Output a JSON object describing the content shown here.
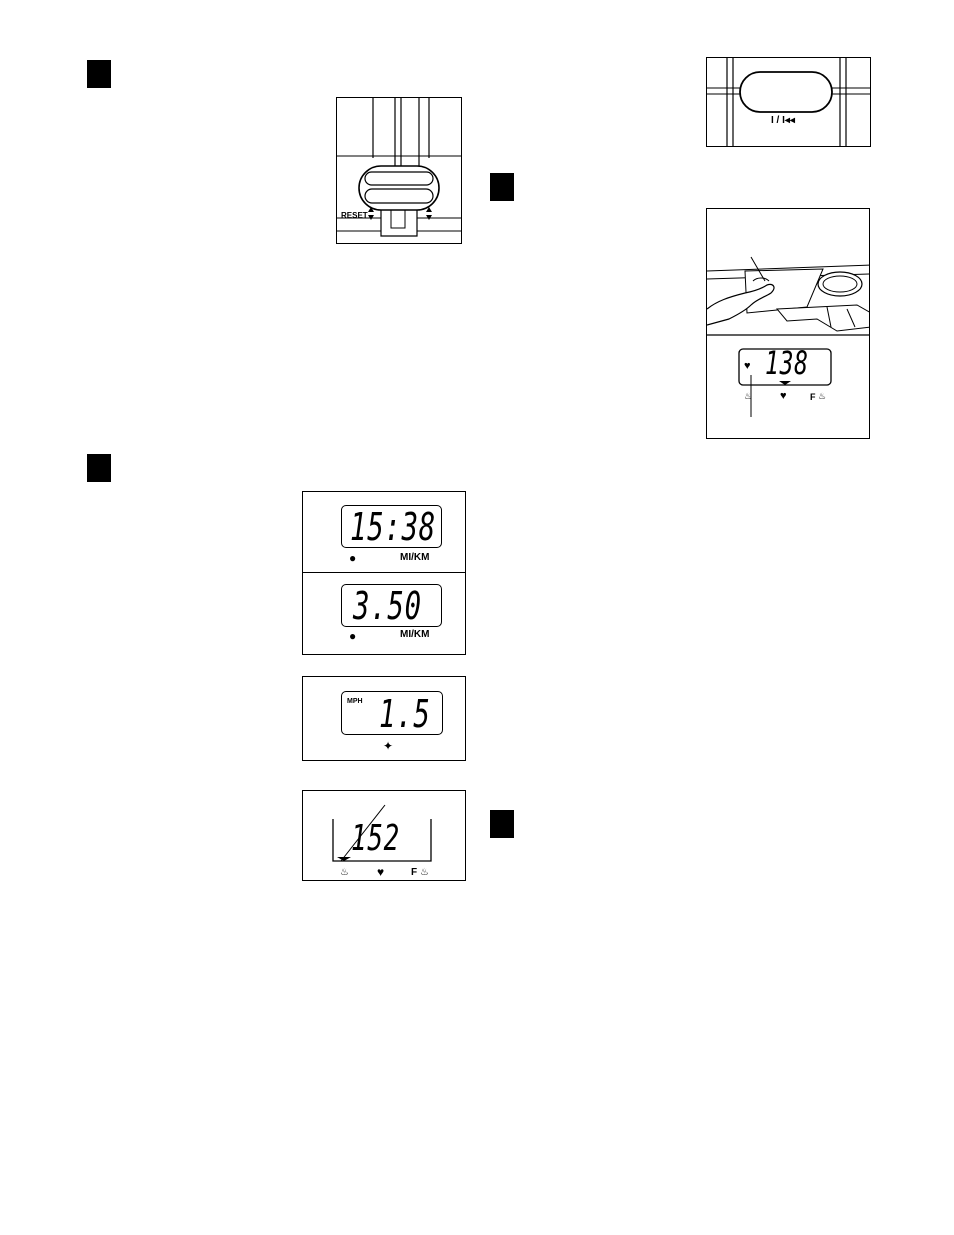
{
  "fig1": {
    "reset_label": "RESET"
  },
  "fig_top_right": {
    "button_label": "I / I◂◂"
  },
  "fig_heart": {
    "display_value": "138",
    "icons": [
      "heart-icon",
      "flame-icon",
      "heart-icon",
      "fat-flame-icon"
    ],
    "fat_label": "F"
  },
  "fig_time": {
    "display_value": "15:38",
    "unit_label": "MI/KM"
  },
  "fig_distance": {
    "display_value": "3.50",
    "unit_label": "MI/KM"
  },
  "fig_speed": {
    "unit_label": "MPH",
    "display_value": "1.5"
  },
  "fig_calories": {
    "display_value": "152",
    "fat_label": "F"
  }
}
